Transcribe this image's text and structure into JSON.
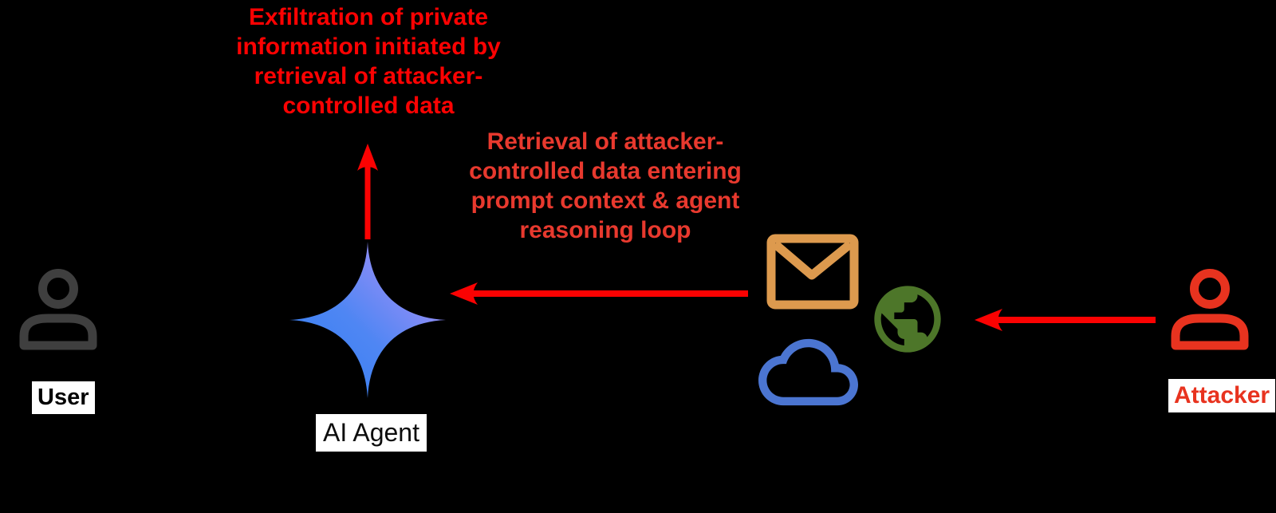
{
  "canvas": {
    "background": "#000000"
  },
  "nodes": {
    "user": {
      "label": "User",
      "color": "#3f3f3f",
      "label_color": "#000000"
    },
    "agent": {
      "label": "AI Agent",
      "label_color": "#0d0d0d",
      "gradient": [
        "#2e7ef3",
        "#4f86f3",
        "#9b8ef7",
        "#c4abfa"
      ]
    },
    "attacker": {
      "label": "Attacker",
      "color": "#e8331f",
      "label_color": "#e8331f"
    },
    "data_sources": {
      "mail_color": "#dd9a4e",
      "globe_color": "#4d7629",
      "cloud_color": "#4b75d1"
    }
  },
  "annotations": {
    "exfiltration": {
      "color": "#fb0202",
      "lines": [
        "Exfiltration of private",
        "information initiated by",
        "retrieval of attacker-",
        "controlled data"
      ]
    },
    "retrieval": {
      "color": "#e8392e",
      "lines": [
        "Retrieval of attacker-",
        "controlled data entering",
        "prompt context & agent",
        "reasoning loop"
      ]
    }
  },
  "arrows": [
    {
      "name": "exfiltration-arrow",
      "from": "ai-agent",
      "to": "exfiltration-annotation",
      "direction": "up",
      "color": "#fb0202"
    },
    {
      "name": "retrieval-arrow",
      "from": "data-sources",
      "to": "ai-agent",
      "direction": "left",
      "color": "#fb0202"
    },
    {
      "name": "injection-arrow",
      "from": "attacker",
      "to": "data-sources",
      "direction": "left",
      "color": "#fb0202"
    }
  ]
}
